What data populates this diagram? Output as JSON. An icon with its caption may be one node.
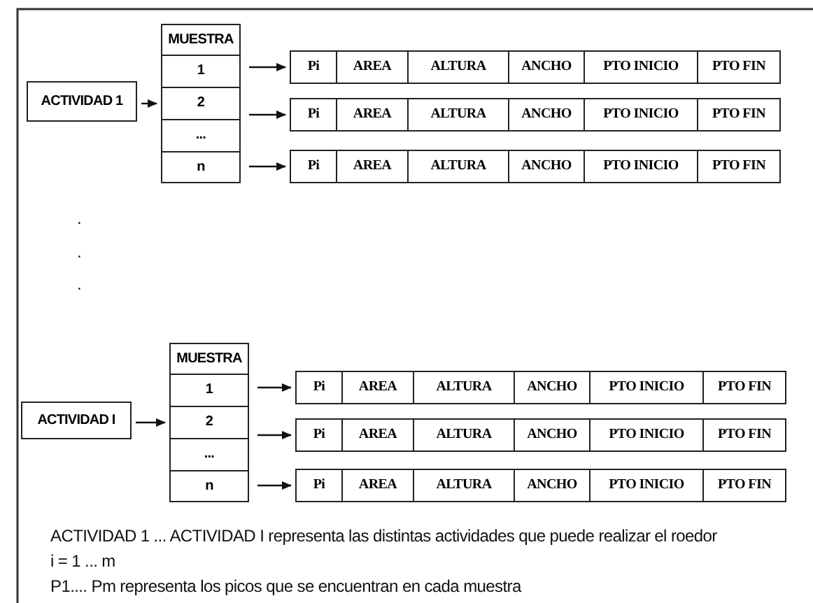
{
  "diagram": {
    "nodes": [
      {
        "text": [
          "ACTIVIDAD 1"
        ]
      },
      {
        "text": [
          "MUESTRA"
        ]
      },
      {
        "text": [
          "1"
        ]
      },
      {
        "text": [
          "2"
        ]
      },
      {
        "text": [
          "..."
        ]
      },
      {
        "text": [
          "n"
        ]
      },
      {
        "text": [
          "Pi"
        ]
      },
      {
        "text": [
          "AREA"
        ]
      },
      {
        "text": [
          "ALTURA"
        ]
      },
      {
        "text": [
          "ANCHO"
        ]
      },
      {
        "text": [
          "PTO INICIO"
        ]
      },
      {
        "text": [
          "PTO FIN"
        ]
      },
      {
        "text": [
          "Pi"
        ]
      },
      {
        "text": [
          "AREA"
        ]
      },
      {
        "text": [
          "ALTURA"
        ]
      },
      {
        "text": [
          "ANCHO"
        ]
      },
      {
        "text": [
          "PTO INICIO"
        ]
      },
      {
        "text": [
          "PTO FIN"
        ]
      },
      {
        "text": [
          "Pi"
        ]
      },
      {
        "text": [
          "AREA"
        ]
      },
      {
        "text": [
          "ALTURA"
        ]
      },
      {
        "text": [
          "ANCHO"
        ]
      },
      {
        "text": [
          "PTO INICIO"
        ]
      },
      {
        "text": [
          "PTO FIN"
        ]
      },
      {
        "text": [
          "ACTIVIDAD I"
        ]
      },
      {
        "text": [
          "MUESTRA"
        ]
      },
      {
        "text": [
          "1"
        ]
      },
      {
        "text": [
          "2"
        ]
      },
      {
        "text": [
          "..."
        ]
      },
      {
        "text": [
          "n"
        ]
      },
      {
        "text": [
          "Pi"
        ]
      },
      {
        "text": [
          "AREA"
        ]
      },
      {
        "text": [
          "ALTURA"
        ]
      },
      {
        "text": [
          "ANCHO"
        ]
      },
      {
        "text": [
          "PTO INICIO"
        ]
      },
      {
        "text": [
          "PTO FIN"
        ]
      },
      {
        "text": [
          "Pi"
        ]
      },
      {
        "text": [
          "AREA"
        ]
      },
      {
        "text": [
          "ALTURA"
        ]
      },
      {
        "text": [
          "ANCHO"
        ]
      },
      {
        "text": [
          "PTO INICIO"
        ]
      },
      {
        "text": [
          "PTO FIN"
        ]
      },
      {
        "text": [
          "Pi"
        ]
      },
      {
        "text": [
          "AREA"
        ]
      },
      {
        "text": [
          "ALTURA"
        ]
      },
      {
        "text": [
          "ANCHO"
        ]
      },
      {
        "text": [
          "PTO INICIO"
        ]
      },
      {
        "text": [
          "PTO FIN"
        ]
      }
    ],
    "edges": [
      {
        "from": 0,
        "to": 3,
        "arrow": "to"
      },
      {
        "from": 2,
        "to": 6,
        "arrow": "to"
      },
      {
        "from": 3,
        "to": 12,
        "arrow": "to"
      },
      {
        "from": 5,
        "to": 18,
        "arrow": "to"
      },
      {
        "from": 24,
        "to": 27,
        "arrow": "to"
      },
      {
        "from": 26,
        "to": 30,
        "arrow": "to"
      },
      {
        "from": 27,
        "to": 36,
        "arrow": "to"
      },
      {
        "from": 29,
        "to": 42,
        "arrow": "to"
      }
    ],
    "labels": [
      ".",
      ".",
      ".",
      "ACTIVIDAD 1 ... ACTIVIDAD I representa las distintas actividades que puede realizar el roedor",
      "i = 1 ... m",
      "P1.... Pm representa los picos que se encuentran en cada muestra"
    ]
  }
}
